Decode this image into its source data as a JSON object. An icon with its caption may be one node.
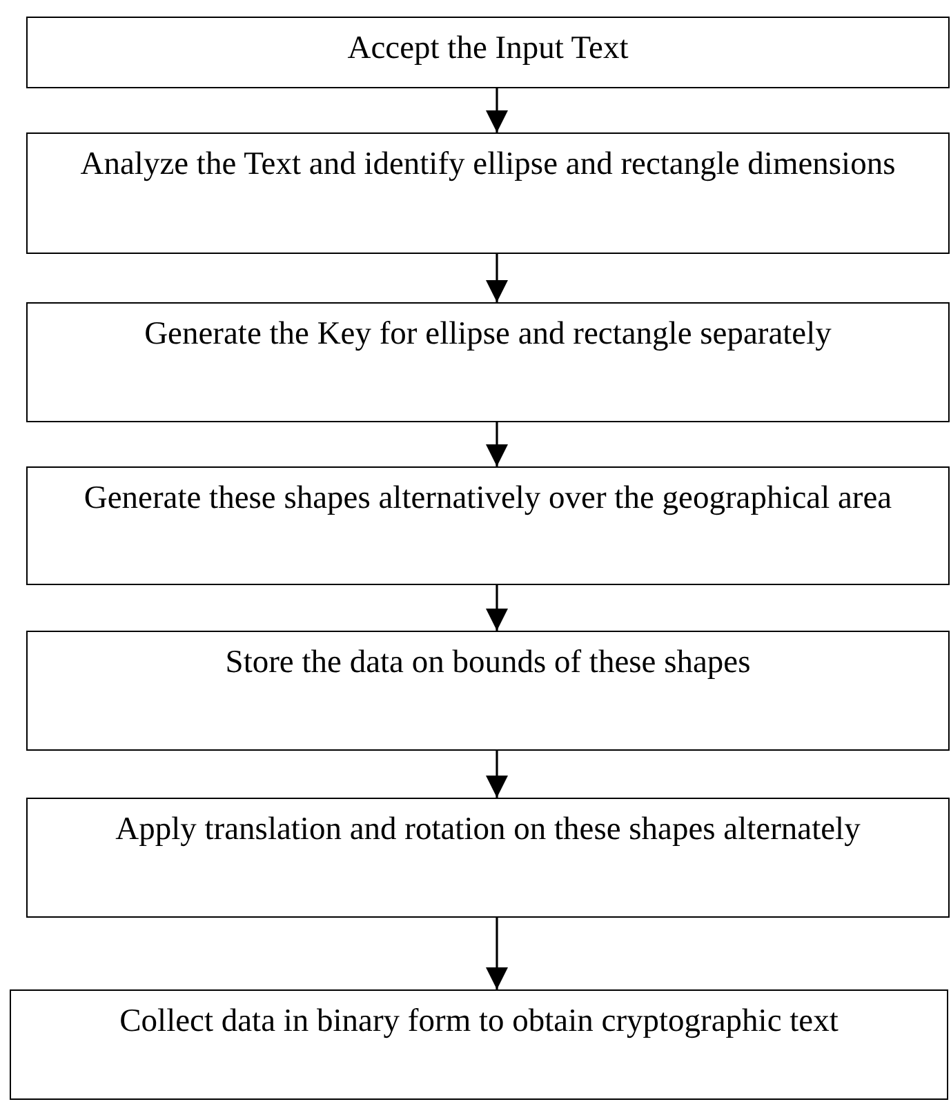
{
  "diagram": {
    "nodes": [
      {
        "text": [
          "Accept the Input Text"
        ]
      },
      {
        "text": [
          "Analyze the Text and identify ellipse and rectangle dimensions"
        ]
      },
      {
        "text": [
          "Generate the Key for ellipse and rectangle separately"
        ]
      },
      {
        "text": [
          "Generate these shapes alternatively over the geographical area"
        ]
      },
      {
        "text": [
          "Store the data on bounds of these shapes"
        ]
      },
      {
        "text": [
          "Apply translation and rotation on these shapes alternately"
        ]
      },
      {
        "text": [
          "Collect data in binary form to obtain cryptographic text"
        ]
      }
    ],
    "edges": [
      {
        "from": 0,
        "to": 1,
        "arrow": "to"
      },
      {
        "from": 1,
        "to": 2,
        "arrow": "to"
      },
      {
        "from": 2,
        "to": 3,
        "arrow": "to"
      },
      {
        "from": 3,
        "to": 4,
        "arrow": "to"
      },
      {
        "from": 4,
        "to": 5,
        "arrow": "to"
      },
      {
        "from": 5,
        "to": 6,
        "arrow": "to"
      }
    ]
  }
}
